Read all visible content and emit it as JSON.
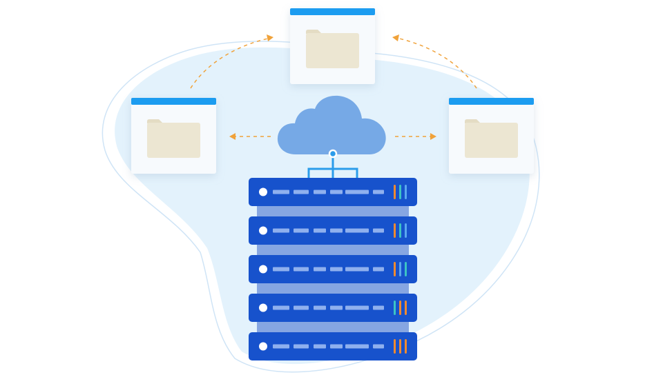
{
  "colors": {
    "background": "#ffffff",
    "blob_fill": "#e3f2fc",
    "blob_outline": "#cfe4f6",
    "window_bar": "#1e9cf0",
    "window_body": "#f7fafd",
    "folder_back": "#e4dcc4",
    "folder_front": "#ece6d2",
    "cloud": "#76a9e6",
    "connector": "#2b9cea",
    "arrow": "#f0a23a",
    "server_unit": "#1752cc",
    "server_spine": "#86a6e2",
    "server_led": "#ffffff",
    "server_slot": "#8fb0ee",
    "indicator_orange": "#f08a30",
    "indicator_teal": "#3cc4c4",
    "indicator_blue": "#5aa8f0"
  },
  "icons": {
    "cloud": "cloud-icon",
    "server": "server-rack-icon",
    "folder": "folder-icon",
    "window": "app-window-icon"
  },
  "folder_windows": [
    {
      "name": "top"
    },
    {
      "name": "left"
    },
    {
      "name": "right"
    }
  ],
  "server_units": [
    {
      "indicators": [
        "indicator_orange",
        "indicator_teal",
        "indicator_blue"
      ]
    },
    {
      "indicators": [
        "indicator_orange",
        "indicator_teal",
        "indicator_blue"
      ]
    },
    {
      "indicators": [
        "indicator_orange",
        "indicator_blue",
        "indicator_teal"
      ]
    },
    {
      "indicators": [
        "indicator_teal",
        "indicator_orange",
        "indicator_orange"
      ]
    },
    {
      "indicators": [
        "indicator_orange",
        "indicator_orange",
        "indicator_orange"
      ]
    }
  ]
}
